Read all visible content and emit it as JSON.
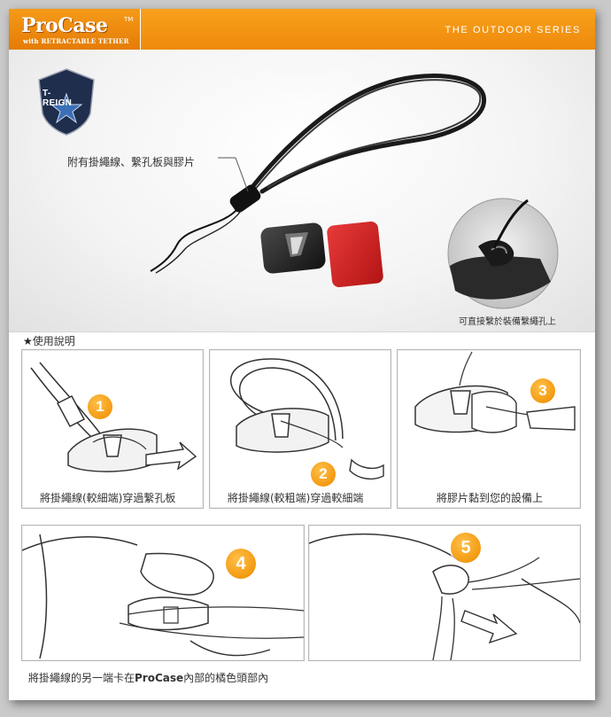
{
  "header": {
    "brand": "ProCase",
    "brand_mark": "TM",
    "brand_tagline": "with RETRACTABLE TETHER",
    "series": "THE OUTDOOR SERIES",
    "accent_color": "#f28f14"
  },
  "badge": {
    "text": "T-REIGN",
    "icon": "star-shield-icon"
  },
  "product": {
    "callout": "附有掛繩線、繫孔板與膠片",
    "zoom_caption": "可直接繫於裝備繫繩孔上"
  },
  "usage": {
    "title": "使用說明",
    "title_icon": "★",
    "steps": [
      {
        "num": "1",
        "caption": "將掛繩線(較細端)穿過繫孔板"
      },
      {
        "num": "2",
        "caption": "將掛繩線(較粗端)穿過較細端"
      },
      {
        "num": "3",
        "caption": "將膠片黏到您的設備上"
      },
      {
        "num": "4"
      },
      {
        "num": "5"
      }
    ],
    "final_caption_prefix": "將掛繩線的另一端卡在",
    "final_caption_brand": "ProCase",
    "final_caption_suffix": "內部的橘色頭部內"
  }
}
